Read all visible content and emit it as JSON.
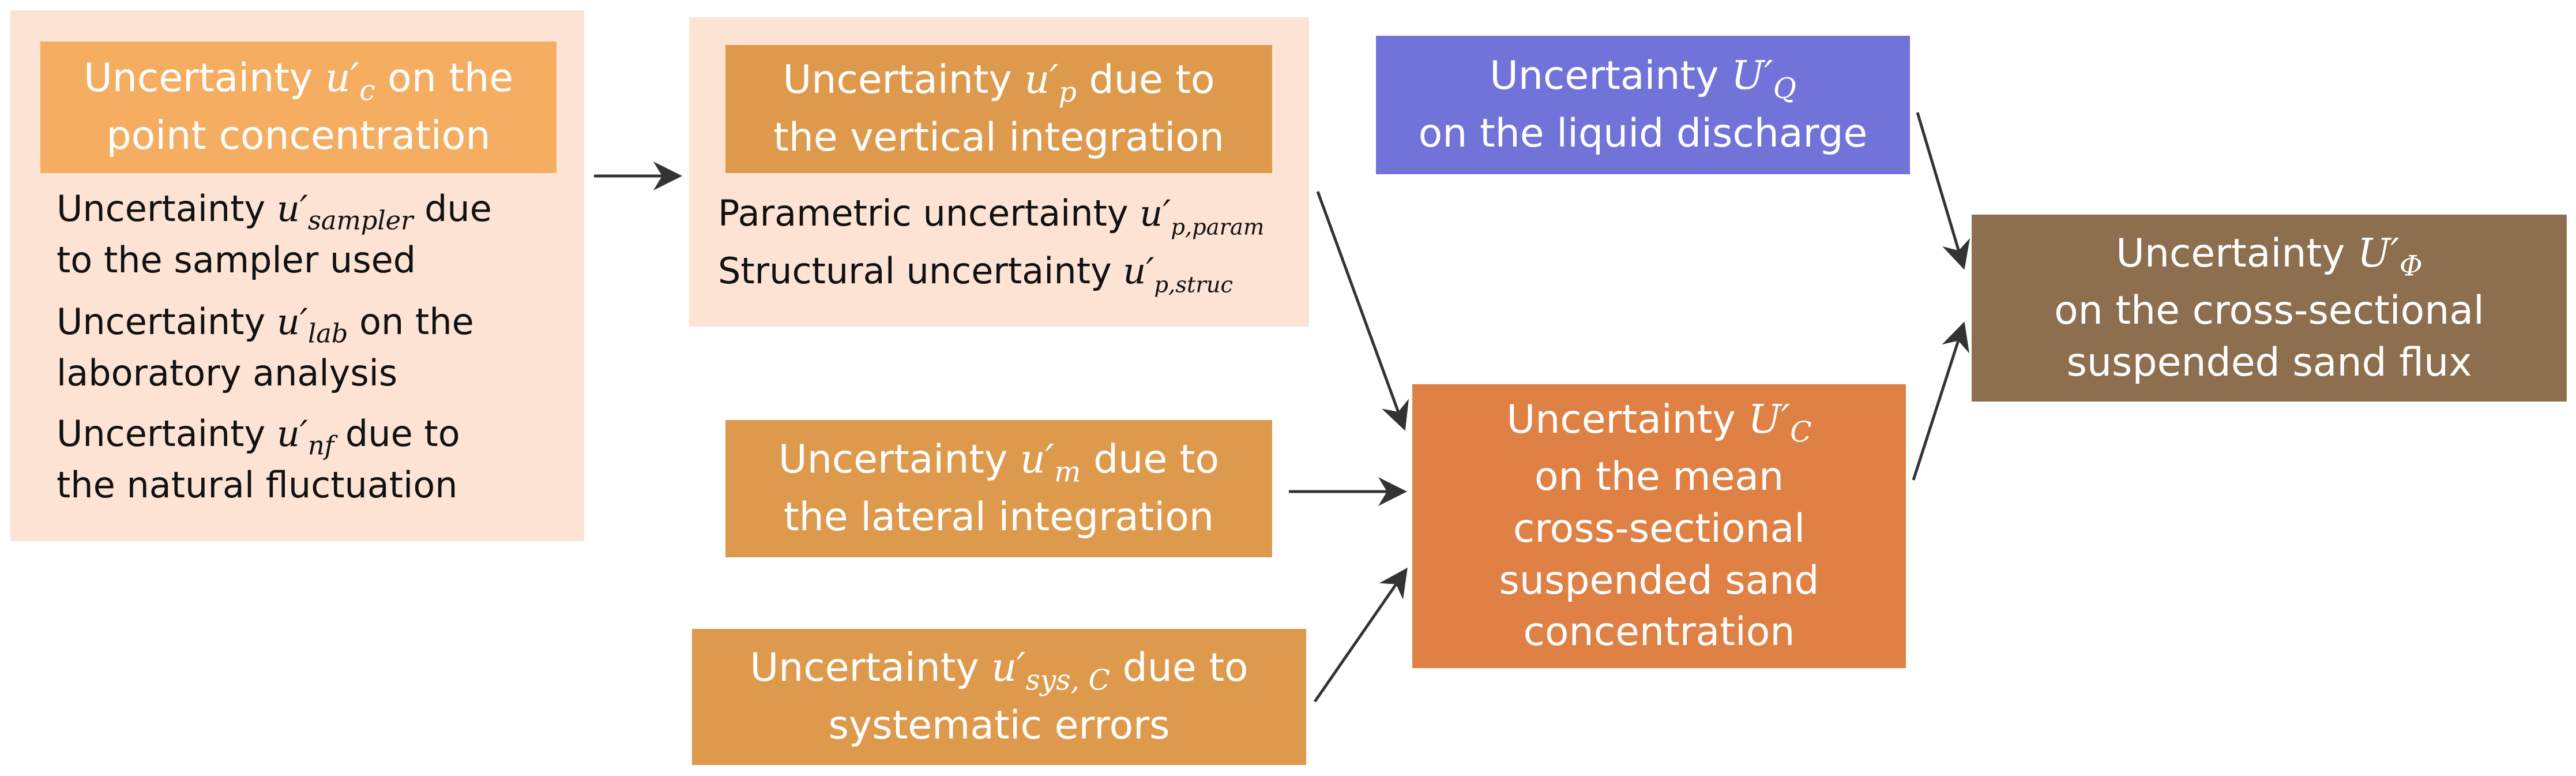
{
  "colors": {
    "panel_bg": "#fde3d3",
    "orange_light": "#f5ae61",
    "orange_mid": "#de9a4c",
    "orange_dark": "#df8144",
    "blue": "#7273d8",
    "brown": "#8d6f4f",
    "arrow": "#333333"
  },
  "nodes": {
    "point_concentration": {
      "title": {
        "pre": "Uncertainty ",
        "sym": "u′",
        "sub": "c",
        "post": " on the",
        "line2": "point concentration"
      },
      "items": [
        {
          "pre": "Uncertainty ",
          "sym": "u′",
          "sub": "sampler",
          "post": " due",
          "line2": "to the sampler used"
        },
        {
          "pre": "Uncertainty ",
          "sym": "u′",
          "sub": "lab",
          "post": " on the",
          "line2": "laboratory analysis"
        },
        {
          "pre": "Uncertainty ",
          "sym": "u′",
          "sub": "nf",
          "post": " due to",
          "line2": "the natural fluctuation"
        }
      ]
    },
    "vertical_integration": {
      "title": {
        "pre": "Uncertainty ",
        "sym": "u′",
        "sub": "p",
        "post": " due to",
        "line2": "the vertical integration"
      },
      "items": [
        {
          "pre": "Parametric uncertainty ",
          "sym": "u′",
          "sub": "p,param"
        },
        {
          "pre": "Structural uncertainty ",
          "sym": "u′",
          "sub": "p,struc"
        }
      ]
    },
    "lateral_integration": {
      "pre": "Uncertainty ",
      "sym": "u′",
      "sub": "m",
      "post": " due to",
      "line2": "the lateral integration"
    },
    "systematic_errors": {
      "pre": "Uncertainty ",
      "sym": "u′",
      "sub": "sys, C",
      "post": " due to",
      "line2": "systematic errors"
    },
    "liquid_discharge": {
      "pre": "Uncertainty ",
      "sym": "U′",
      "sub": "Q",
      "line2": "on the liquid discharge"
    },
    "mean_concentration": {
      "pre": "Uncertainty ",
      "sym": "U′",
      "sub": "C",
      "line2": "on the mean",
      "line3": "cross-sectional",
      "line4": "suspended sand",
      "line5": "concentration"
    },
    "sand_flux": {
      "pre": "Uncertainty ",
      "sym": "U′",
      "sub": "Φ",
      "line2": "on the cross-sectional",
      "line3": "suspended sand flux"
    }
  }
}
